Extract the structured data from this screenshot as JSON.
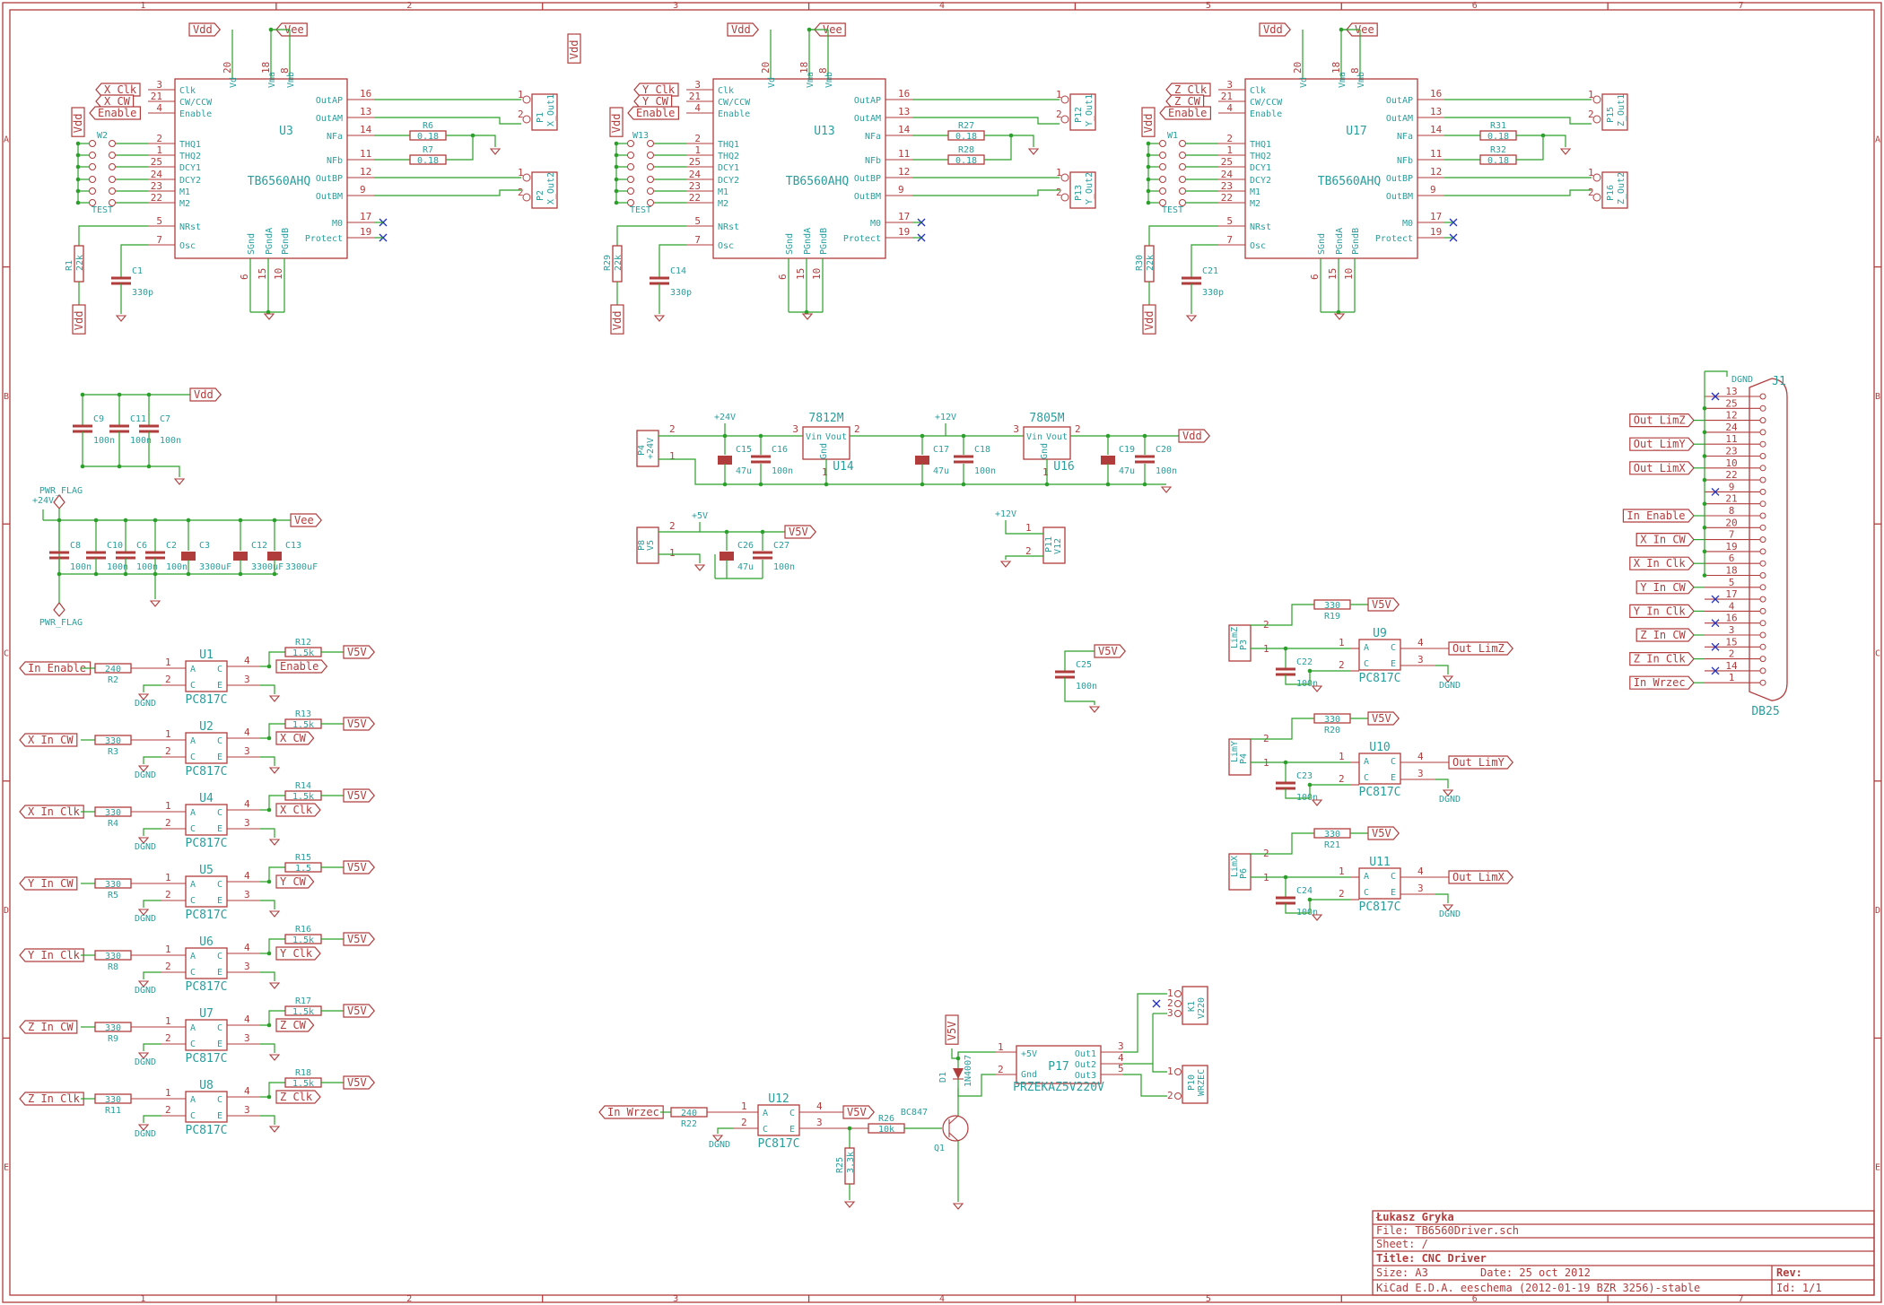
{
  "title_block": {
    "author": "Łukasz Gryka",
    "file": "File: TB6560Driver.sch",
    "sheet": "Sheet: /",
    "title": "Title: CNC Driver",
    "size": "Size: A3",
    "date": "Date: 25 oct 2012",
    "rev": "Rev:",
    "tool": "KiCad E.D.A.  eeschema (2012-01-19 BZR 3256)-stable",
    "id": "Id: 1/1"
  },
  "grid": {
    "columns": [
      "1",
      "2",
      "3",
      "4",
      "5",
      "6",
      "7"
    ],
    "rows": [
      "A",
      "B",
      "C",
      "D",
      "E"
    ]
  },
  "drivers": [
    {
      "ref": "U3",
      "part": "TB6560AHQ",
      "clk": "X_Clk",
      "cw": "X_CW",
      "en": "Enable",
      "vdd": "Vdd",
      "vee": "Vee",
      "jumper": "W2",
      "r_nfa": "R6",
      "r_nfb": "R7",
      "r_val": "0.18",
      "out1": "P1",
      "out1_net": "X_Out1",
      "out2": "P2",
      "out2_net": "X_Out2",
      "r_pull": "R1",
      "r_pull_val": "22k",
      "cap": "C1",
      "cap_val": "330p"
    },
    {
      "ref": "U13",
      "part": "TB6560AHQ",
      "clk": "Y_Clk",
      "cw": "Y_CW",
      "en": "Enable",
      "vdd": "Vdd",
      "vee": "Vee",
      "jumper": "W13",
      "r_nfa": "R27",
      "r_nfb": "R28",
      "r_val": "0.18",
      "out1": "P12",
      "out1_net": "Y_Out1",
      "out2": "P13",
      "out2_net": "Y_Out2",
      "r_pull": "R29",
      "r_pull_val": "22k",
      "cap": "C14",
      "cap_val": "330p"
    },
    {
      "ref": "U17",
      "part": "TB6560AHQ",
      "clk": "Z_Clk",
      "cw": "Z_CW",
      "en": "Enable",
      "vdd": "Vdd",
      "vee": "Vee",
      "jumper": "W1",
      "r_nfa": "R31",
      "r_nfb": "R32",
      "r_val": "0.18",
      "out1": "P15",
      "out1_net": "Z_Out1",
      "out2": "P16",
      "out2_net": "Z_Out2",
      "r_pull": "R30",
      "r_pull_val": "22k",
      "cap": "C21",
      "cap_val": "330p"
    }
  ],
  "driver_pins_left": [
    {
      "num": "3",
      "name": "Clk"
    },
    {
      "num": "21",
      "name": "CW/CCW"
    },
    {
      "num": "4",
      "name": "Enable"
    },
    {
      "num": "2",
      "name": "THQ1"
    },
    {
      "num": "1",
      "name": "THQ2"
    },
    {
      "num": "25",
      "name": "DCY1"
    },
    {
      "num": "24",
      "name": "DCY2"
    },
    {
      "num": "23",
      "name": "M1"
    },
    {
      "num": "22",
      "name": "M2"
    },
    {
      "num": "5",
      "name": "NRst"
    },
    {
      "num": "7",
      "name": "Osc"
    }
  ],
  "driver_pins_right": [
    {
      "num": "16",
      "name": "OutAP"
    },
    {
      "num": "13",
      "name": "OutAM"
    },
    {
      "num": "14",
      "name": "NFa"
    },
    {
      "num": "11",
      "name": "NFb"
    },
    {
      "num": "12",
      "name": "OutBP"
    },
    {
      "num": "9",
      "name": "OutBM"
    },
    {
      "num": "17",
      "name": "M0"
    },
    {
      "num": "19",
      "name": "Protect"
    }
  ],
  "driver_pins_top": [
    {
      "num": "20",
      "name": "Vd"
    },
    {
      "num": "18",
      "name": "Vma"
    },
    {
      "num": "8",
      "name": "Vmb"
    }
  ],
  "driver_pins_bottom": [
    {
      "num": "6",
      "name": "SGnd"
    },
    {
      "num": "15",
      "name": "PGndA"
    },
    {
      "num": "10",
      "name": "PGndB"
    }
  ],
  "jumper_test": "TEST",
  "vdd_decoupling": {
    "net": "Vdd",
    "caps": [
      {
        "ref": "C9",
        "val": "100n"
      },
      {
        "ref": "C11",
        "val": "100n"
      },
      {
        "ref": "C7",
        "val": "100n"
      }
    ]
  },
  "vee_decoupling": {
    "net": "Vee",
    "flag": "PWR_FLAG",
    "pwr": "+24V",
    "caps": [
      {
        "ref": "C8",
        "val": "100n"
      },
      {
        "ref": "C10",
        "val": "100n"
      },
      {
        "ref": "C6",
        "val": "100n"
      },
      {
        "ref": "C2",
        "val": "100n"
      }
    ],
    "elcaps": [
      {
        "ref": "C3",
        "val": "3300uF"
      },
      {
        "ref": "C12",
        "val": "3300uF"
      },
      {
        "ref": "C13",
        "val": "3300uF"
      }
    ]
  },
  "power": {
    "conn_24v": {
      "ref": "P4",
      "label": "+24V"
    },
    "reg1": {
      "ref": "U14",
      "part": "7812M",
      "vin": "Vin",
      "vout": "Vout",
      "gnd": "Gnd"
    },
    "reg2": {
      "ref": "U16",
      "part": "7805M",
      "vin": "Vin",
      "vout": "Vout",
      "gnd": "Gnd"
    },
    "caps": [
      {
        "ref": "C15",
        "val": "47u"
      },
      {
        "ref": "C16",
        "val": "100n"
      },
      {
        "ref": "C17",
        "val": "47u"
      },
      {
        "ref": "C18",
        "val": "100n"
      },
      {
        "ref": "C19",
        "val": "47u"
      },
      {
        "ref": "C20",
        "val": "100n"
      }
    ],
    "out": "Vdd",
    "rail12": "+12V",
    "rail24": "+24V",
    "conn_5v": {
      "ref": "P8",
      "label": "V5",
      "net": "V5V",
      "rail": "+5V",
      "caps": [
        {
          "ref": "C26",
          "val": "47u"
        },
        {
          "ref": "C27",
          "val": "100n"
        }
      ]
    },
    "conn_12v": {
      "ref": "P11",
      "label": "V12",
      "rail": "+12V"
    },
    "c25": {
      "ref": "C25",
      "val": "100n",
      "net": "V5V"
    }
  },
  "opto_inputs": [
    {
      "in": "In_Enable",
      "r_in": "R2",
      "r_in_val": "240",
      "u": "U1",
      "part": "PC817C",
      "r_up": "R12",
      "r_up_val": "1.5k",
      "out": "Enable",
      "v5": "V5V"
    },
    {
      "in": "X_In_CW",
      "r_in": "R3",
      "r_in_val": "330",
      "u": "U2",
      "part": "PC817C",
      "r_up": "R13",
      "r_up_val": "1.5k",
      "out": "X_CW",
      "v5": "V5V"
    },
    {
      "in": "X_In_Clk",
      "r_in": "R4",
      "r_in_val": "330",
      "u": "U4",
      "part": "PC817C",
      "r_up": "R14",
      "r_up_val": "1.5k",
      "out": "X_Clk",
      "v5": "V5V"
    },
    {
      "in": "Y_In_CW",
      "r_in": "R5",
      "r_in_val": "330",
      "u": "U5",
      "part": "PC817C",
      "r_up": "R15",
      "r_up_val": "1.5",
      "out": "Y_CW",
      "v5": "V5V"
    },
    {
      "in": "Y_In_Clk",
      "r_in": "R8",
      "r_in_val": "330",
      "u": "U6",
      "part": "PC817C",
      "r_up": "R16",
      "r_up_val": "1.5k",
      "out": "Y_Clk",
      "v5": "V5V"
    },
    {
      "in": "Z_In_CW",
      "r_in": "R9",
      "r_in_val": "330",
      "u": "U7",
      "part": "PC817C",
      "r_up": "R17",
      "r_up_val": "1.5k",
      "out": "Z_CW",
      "v5": "V5V"
    },
    {
      "in": "Z_In_Clk",
      "r_in": "R11",
      "r_in_val": "330",
      "u": "U8",
      "part": "PC817C",
      "r_up": "R18",
      "r_up_val": "1.5k",
      "out": "Z_Clk",
      "v5": "V5V"
    }
  ],
  "opto_pins": {
    "a": "A",
    "c": "C",
    "k": "C",
    "e": "E",
    "p1": "1",
    "p2": "2",
    "p3": "3",
    "p4": "4",
    "dgnd": "DGND"
  },
  "limit_inputs": [
    {
      "conn": "P3",
      "conn_label": "LimZ",
      "r": "R19",
      "r_val": "330",
      "c": "C22",
      "c_val": "100n",
      "u": "U9",
      "part": "PC817C",
      "out": "Out_LimZ",
      "v5": "V5V"
    },
    {
      "conn": "P4",
      "conn_label": "LimY",
      "r": "R20",
      "r_val": "330",
      "c": "C23",
      "c_val": "100n",
      "u": "U10",
      "part": "PC817C",
      "out": "Out_LimY",
      "v5": "V5V"
    },
    {
      "conn": "P6",
      "conn_label": "LimX",
      "r": "R21",
      "r_val": "330",
      "c": "C24",
      "c_val": "100n",
      "u": "U11",
      "part": "PC817C",
      "out": "Out_LimX",
      "v5": "V5V"
    }
  ],
  "db25": {
    "ref": "J1",
    "part": "DB25",
    "gnd": "DGND",
    "pins": [
      "13",
      "25",
      "12",
      "24",
      "11",
      "23",
      "10",
      "22",
      "9",
      "21",
      "8",
      "20",
      "7",
      "19",
      "6",
      "18",
      "5",
      "17",
      "4",
      "16",
      "3",
      "15",
      "2",
      "14",
      "1"
    ],
    "nets": [
      {
        "label": "Out_LimZ",
        "pin": "12"
      },
      {
        "label": "Out_LimY",
        "pin": "11"
      },
      {
        "label": "Out_LimX",
        "pin": "10"
      },
      {
        "label": "In_Enable",
        "pin": "8"
      },
      {
        "label": "X_In_CW",
        "pin": "7"
      },
      {
        "label": "X_In_Clk",
        "pin": "6"
      },
      {
        "label": "Y_In_CW",
        "pin": "5"
      },
      {
        "label": "Y_In_Clk",
        "pin": "4"
      },
      {
        "label": "Z_In_CW",
        "pin": "3"
      },
      {
        "label": "Z_In_Clk",
        "pin": "2"
      },
      {
        "label": "In_Wrzec",
        "pin": "1"
      }
    ]
  },
  "spindle": {
    "in": "In_Wrzec",
    "r_in": "R22",
    "r_in_val": "240",
    "u": "U12",
    "part": "PC817C",
    "v5": "V5V",
    "r_base": "R26",
    "r_base_val": "10k",
    "r_pd": "R25",
    "r_pd_val": "3.3k",
    "q": "Q1",
    "q_part": "BC847",
    "diode": "D1",
    "diode_part": "1N4007",
    "relay": "P17",
    "relay_part": "PRZEKAZ5V220V",
    "relay_pins": [
      "+5V",
      "Gnd",
      "Out1",
      "Out2",
      "Out3"
    ],
    "conn_220": {
      "ref": "K1",
      "label": "V220"
    },
    "conn_out": {
      "ref": "P10",
      "label": "WRZEC"
    }
  },
  "colors": {
    "component": "#b03c3c",
    "wire": "#2aa02a",
    "text": "#2a9d9d",
    "nc": "#2030c0"
  }
}
